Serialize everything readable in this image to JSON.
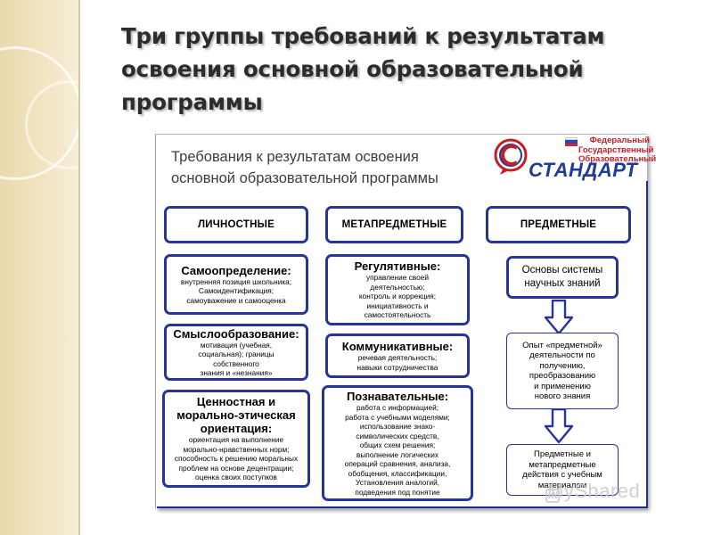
{
  "slide": {
    "title_lines": [
      "Три группы требований к результатам",
      "освоения основной образовательной",
      "программы"
    ]
  },
  "figure": {
    "title_lines": [
      "Требования к результатам освоения",
      "основной образовательной  программы"
    ],
    "logo": {
      "caption_lines": [
        "Федеральный",
        "Государственный",
        "Образовательный"
      ],
      "word": "СТАНДАРТ",
      "icon": "standard-c-logo-icon"
    },
    "headers": {
      "personal": "ЛИЧНОСТНЫЕ",
      "metasubject": "МЕТАПРЕДМЕТНЫЕ",
      "subject": "ПРЕДМЕТНЫЕ"
    },
    "personal": [
      {
        "heading": "Самоопределение:",
        "lines": [
          "внутренняя позиция школьника;",
          "Самоидентификация;",
          "самоуважение и самооценка"
        ]
      },
      {
        "heading": "Смыслообразование:",
        "lines": [
          "мотивация (учебная,",
          "социальная); границы",
          "собственного",
          "знания и «незнания»"
        ]
      },
      {
        "heading_lines": [
          "Ценностная и",
          "морально-этическая",
          "ориентация:"
        ],
        "lines": [
          "ориентация на выполнение",
          "морально-нравственных норм;",
          "способность к решению моральных",
          "проблем на основе децентрации;",
          "оценка своих поступков"
        ]
      }
    ],
    "metasubject": [
      {
        "heading": "Регулятивные:",
        "lines": [
          "управление своей",
          "деятельностью;",
          "контроль и коррекция;",
          "инициативность и",
          "самостоятельность"
        ]
      },
      {
        "heading": "Коммуникативные:",
        "lines": [
          "речевая деятельность;",
          "навыки сотрудничества"
        ]
      },
      {
        "heading": "Познавательные:",
        "lines": [
          "работа с информацией;",
          "работа с учебными моделями;",
          "использование знако-",
          "символических средств,",
          "общих схем решения;",
          "выполнение логических",
          "операций сравнения,  анализа,",
          "обобщения, классификации,",
          "Установления аналогий,",
          "подведения под понятие"
        ]
      }
    ],
    "subject": [
      {
        "lines": [
          "Основы системы",
          "научных знаний"
        ]
      },
      {
        "lines": [
          "Опыт «предметной»",
          "деятельности по",
          "получению,",
          "преобразованию",
          "и применению",
          "нового знания"
        ]
      },
      {
        "lines": [
          "Предметные и",
          "метапредметные",
          "действия с учебным",
          "материалом"
        ]
      }
    ],
    "arrow_icon": "down-arrow-icon",
    "watermark": "MyShared"
  },
  "colors": {
    "box_border": "#27359a",
    "title_text": "#2c2c2c",
    "logo_blue": "#1f3a9a",
    "logo_red": "#c21f27",
    "left_strip": "#ead9ad"
  }
}
